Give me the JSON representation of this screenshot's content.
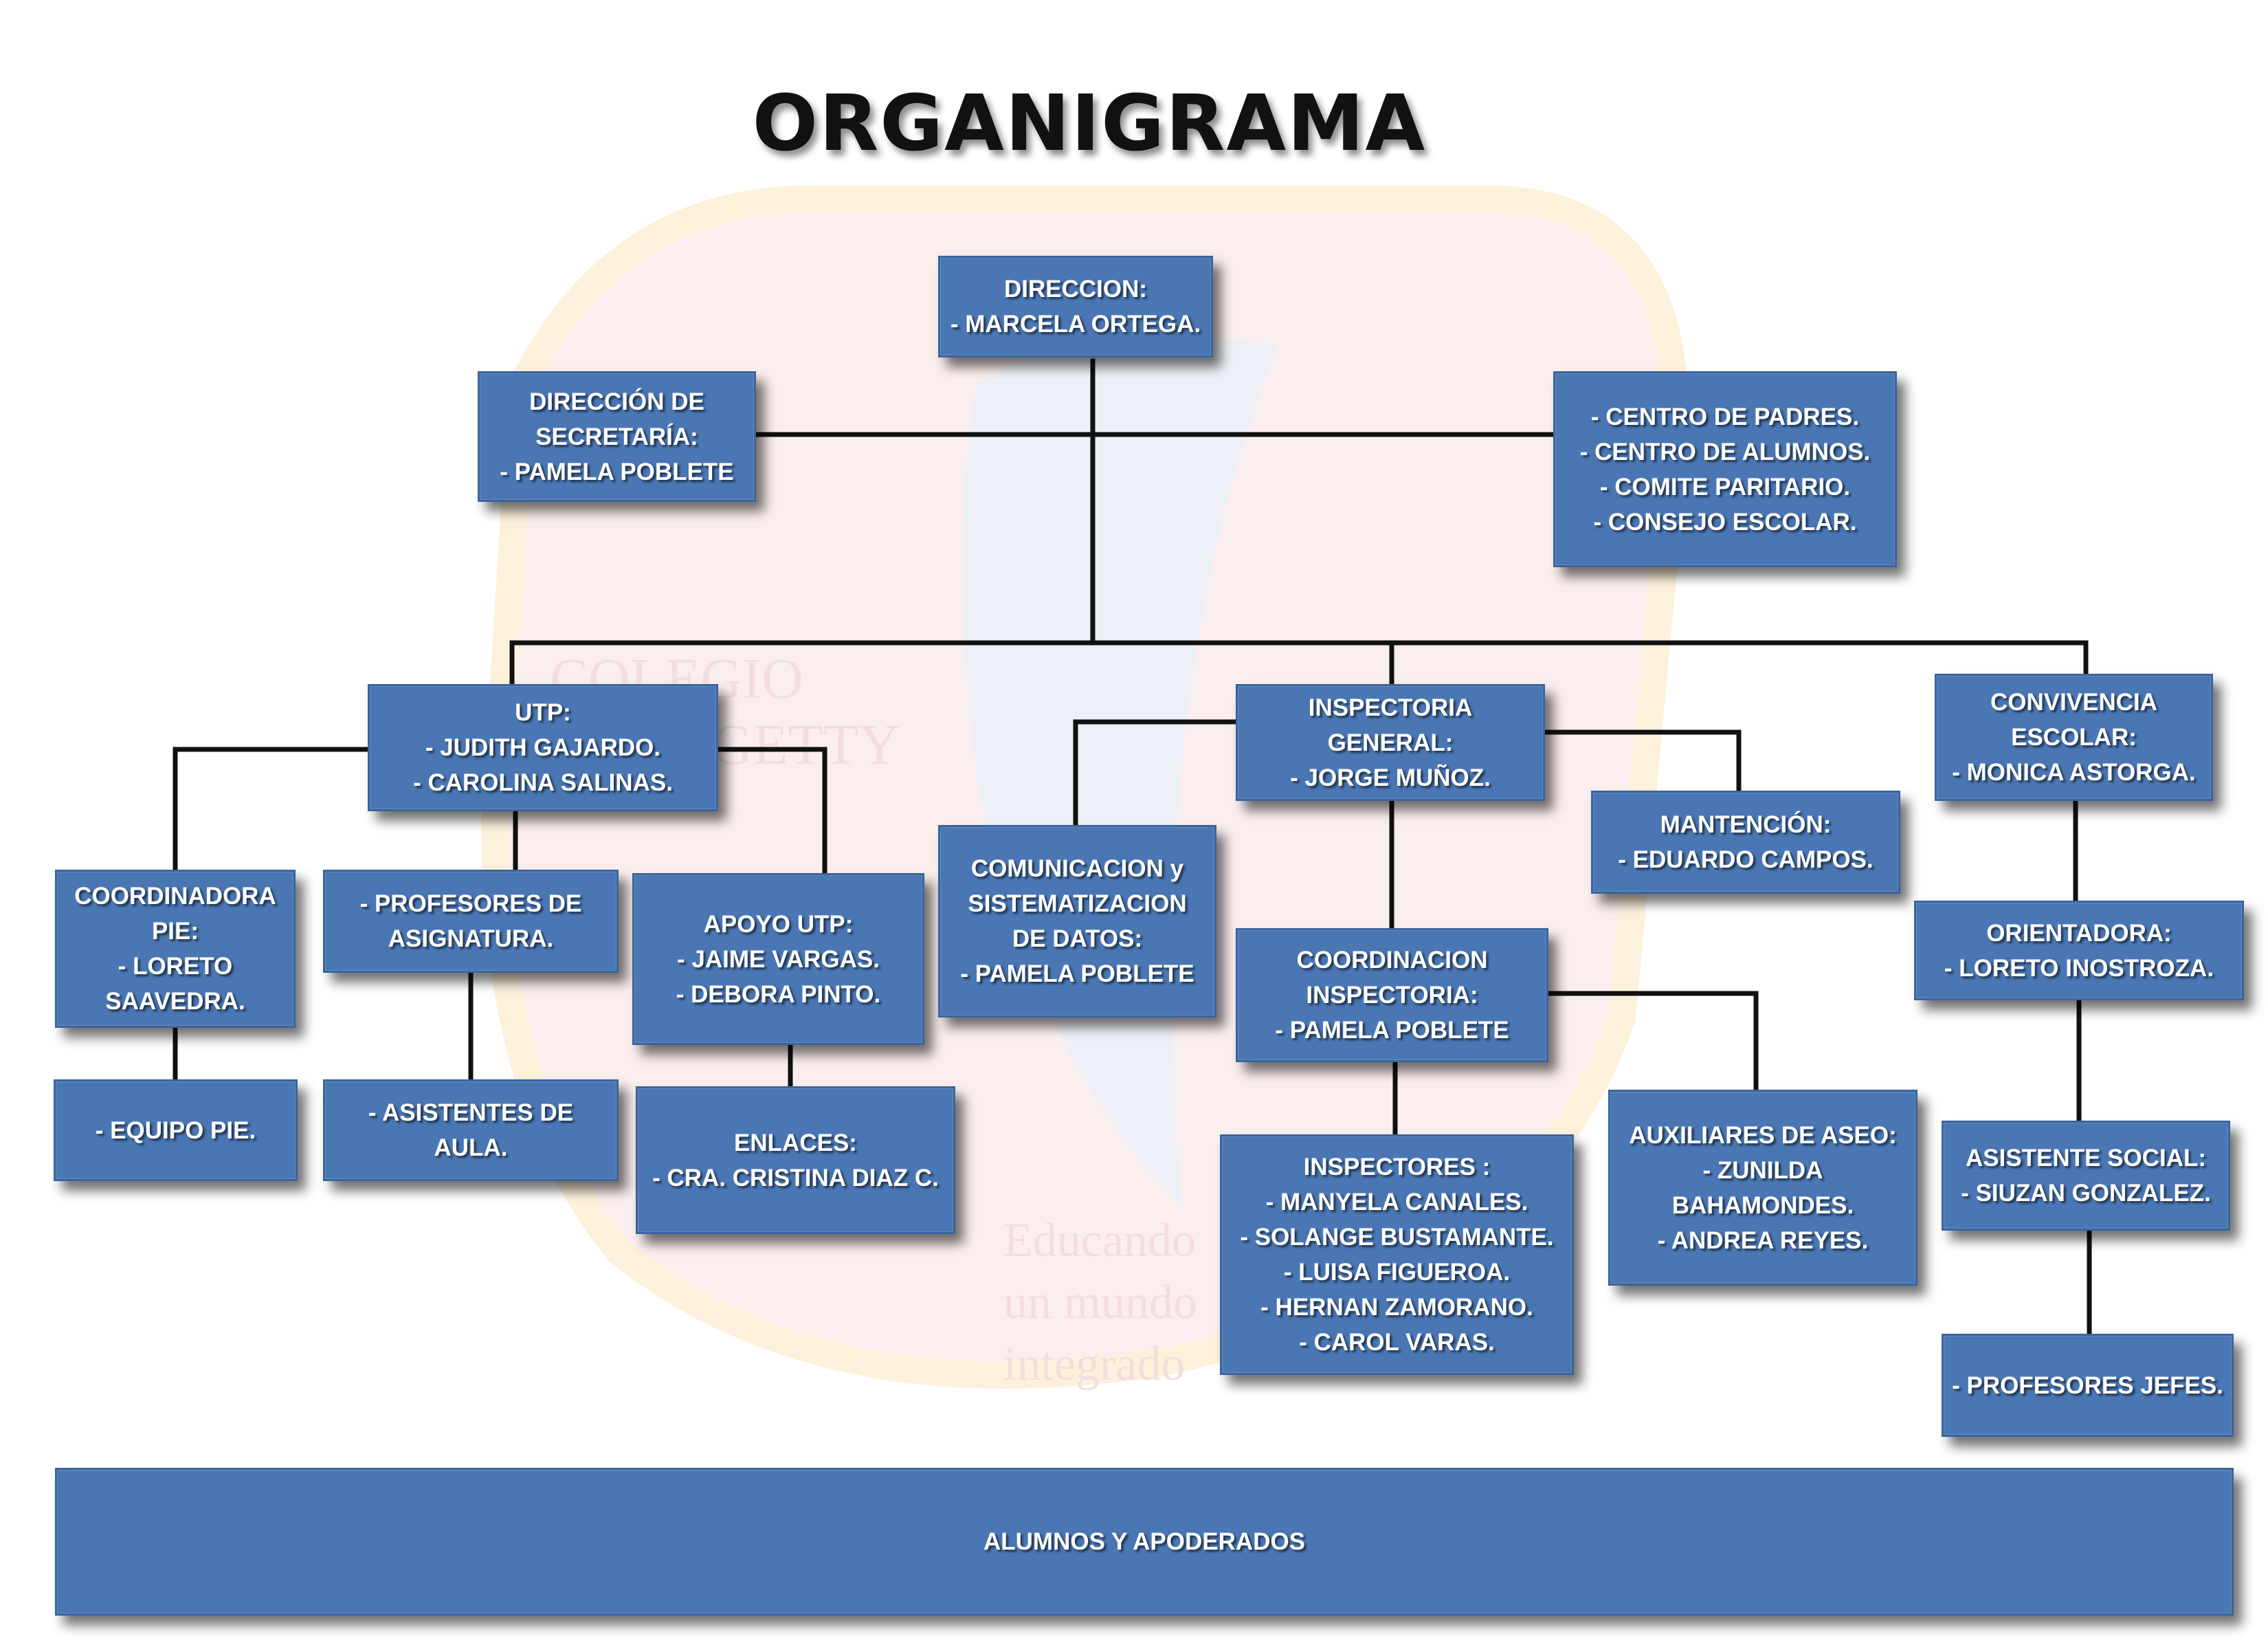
{
  "title": "ORGANIGRAMA",
  "colors": {
    "box_fill": "#4a77b4",
    "box_border": "#3a649c",
    "connector": "#111111",
    "watermark": "#f4dedd"
  },
  "watermark": {
    "school_line1": "COLEGIO",
    "school_line2": "J. GETTY",
    "motto_line1": "Educando",
    "motto_line2": "un mundo",
    "motto_line3": "integrado"
  },
  "nodes": {
    "direccion": [
      "DIRECCION:",
      "- MARCELA ORTEGA."
    ],
    "secretaria": [
      "DIRECCIÓN DE",
      "SECRETARÍA:",
      "-  PAMELA POBLETE"
    ],
    "centros": [
      "- CENTRO DE  PADRES.",
      "- CENTRO DE ALUMNOS.",
      "- COMITE PARITARIO.",
      "- CONSEJO ESCOLAR."
    ],
    "utp": [
      "UTP:",
      "-  JUDITH GAJARDO.",
      "- CAROLINA SALINAS."
    ],
    "inspectoria_general": [
      "INSPECTORIA",
      "GENERAL:",
      "- JORGE MUÑOZ."
    ],
    "convivencia": [
      "CONVIVENCIA",
      "ESCOLAR:",
      "- MONICA ASTORGA."
    ],
    "coordinadora_pie": [
      "COORDINADORA",
      "PIE:",
      "- LORETO",
      "SAAVEDRA."
    ],
    "profesores_asignatura": [
      "- PROFESORES DE",
      "ASIGNATURA."
    ],
    "apoyo_utp": [
      "APOYO UTP:",
      "- JAIME VARGAS.",
      "- DEBORA PINTO."
    ],
    "comunicacion": [
      "COMUNICACION  y",
      "SISTEMATIZACION",
      "DE DATOS:",
      "- PAMELA POBLETE"
    ],
    "mantencion": [
      "MANTENCIÓN:",
      "- EDUARDO CAMPOS."
    ],
    "orientadora": [
      "ORIENTADORA:",
      "- LORETO  INOSTROZA."
    ],
    "coordinacion_inspectoria": [
      "COORDINACION",
      "INSPECTORIA:",
      "- PAMELA POBLETE"
    ],
    "equipo_pie": [
      "- EQUIPO PIE."
    ],
    "asistentes_aula": [
      "- ASISTENTES DE",
      "AULA."
    ],
    "enlaces": [
      "ENLACES:",
      "- CRA. CRISTINA DIAZ C."
    ],
    "inspectores": [
      "INSPECTORES :",
      "- MANYELA CANALES.",
      "- SOLANGE BUSTAMANTE.",
      "- LUISA FIGUEROA.",
      "- HERNAN ZAMORANO.",
      "- CAROL VARAS."
    ],
    "auxiliares": [
      "AUXILIARES DE ASEO:",
      "- ZUNILDA",
      "BAHAMONDES.",
      "- ANDREA REYES."
    ],
    "asistente_social": [
      "ASISTENTE SOCIAL:",
      "- SIUZAN GONZALEZ."
    ],
    "profesores_jefes": [
      "- PROFESORES JEFES."
    ],
    "alumnos": [
      "ALUMNOS Y APODERADOS"
    ]
  }
}
